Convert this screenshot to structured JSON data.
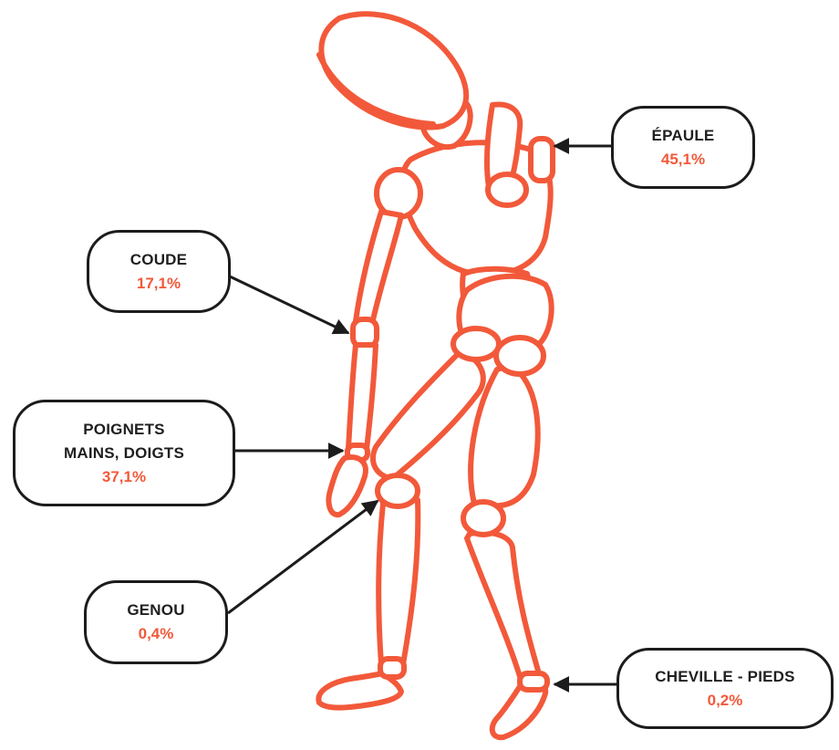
{
  "colors": {
    "figure": "#f2593a",
    "arrow": "#1c1c1c",
    "value": "#f2593a",
    "label": "#1f1f1f"
  },
  "callouts": {
    "shoulder": {
      "label_lines": [
        "ÉPAULE"
      ],
      "value": "45,1%"
    },
    "elbow": {
      "label_lines": [
        "COUDE"
      ],
      "value": "17,1%"
    },
    "wrist": {
      "label_lines": [
        "POIGNETS",
        "MAINS, DOIGTS"
      ],
      "value": "37,1%"
    },
    "knee": {
      "label_lines": [
        "GENOU"
      ],
      "value": "0,4%"
    },
    "ankle": {
      "label_lines": [
        "CHEVILLE - PIEDS"
      ],
      "value": "0,2%"
    }
  }
}
